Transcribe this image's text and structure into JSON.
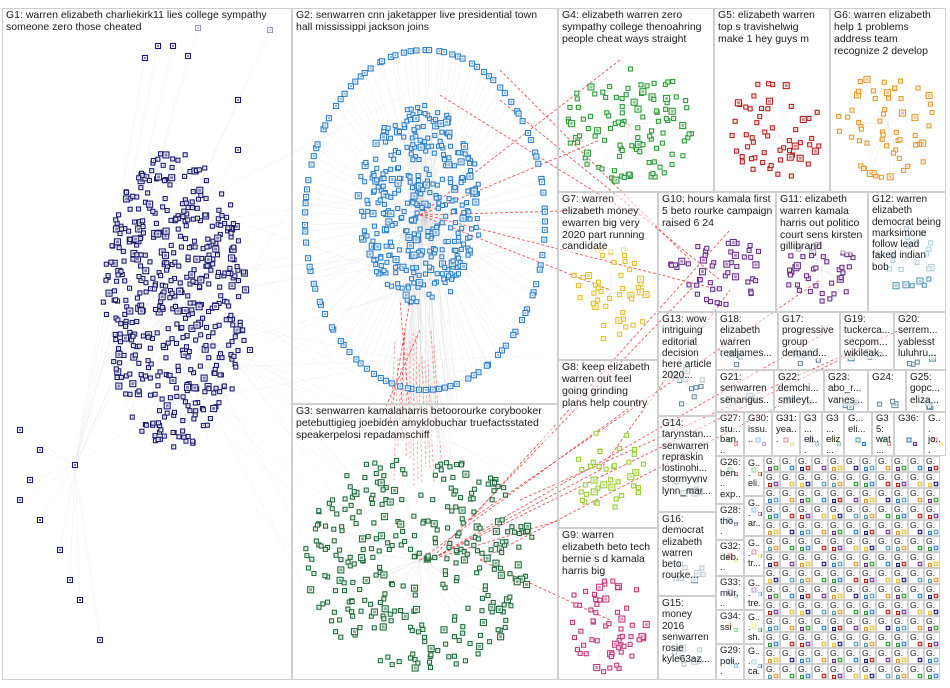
{
  "colors": {
    "background": "#ffffff",
    "border": "#cfcfcf",
    "edge": "#d2d2d2",
    "cross_edge": "#e03030"
  },
  "groups": [
    {
      "id": "G1",
      "label": "G1: warren elizabeth charliekirk11 lies college sympathy someone zero those cheated",
      "color": "#1a1a6e"
    },
    {
      "id": "G2",
      "label": "G2: senwarren cnn jaketapper live presidential town hall mississippi jackson joins",
      "color": "#2f7fc8"
    },
    {
      "id": "G3",
      "label": "G3: senwarren kamalaharris betoorourke corybooker petebuttigieg joebiden amyklobuchar truefactsstated speakerpelosi repadamschiff",
      "color": "#1f6b3a"
    },
    {
      "id": "G4",
      "label": "G4: elizabeth warren zero sympathy college thenoahring people cheat ways straight",
      "color": "#2e9a3a"
    },
    {
      "id": "G5",
      "label": "G5: elizabeth warren top s travishelwig make 1 hey guys m",
      "color": "#b02020"
    },
    {
      "id": "G6",
      "label": "G6: warren elizabeth help 1 problems address team recognize 2 develop",
      "color": "#e39a2c"
    },
    {
      "id": "G7",
      "label": "G7: warren elizabeth money ewarren big very 2020 part running candidate",
      "color": "#e3c12c"
    },
    {
      "id": "G8",
      "label": "G8: keep elizabeth warren out feel going grinding plans help country",
      "color": "#9acd32"
    },
    {
      "id": "G9",
      "label": "G9: warren elizabeth beto tech bernie s d kamala harris big",
      "color": "#c0387a"
    },
    {
      "id": "G10",
      "label": "G10: hours kamala first 5 beto rourke campaign raised 6 24",
      "color": "#6b2f8a"
    },
    {
      "id": "G11",
      "label": "G11: elizabeth warren kamala harris out politico court sens kirsten gillibrand",
      "color": "#6b2f8a"
    },
    {
      "id": "G12",
      "label": "G12: warren elizabeth democrat being marksimone follow lead faked indian bob",
      "color": "#5a9ab5"
    },
    {
      "id": "G13",
      "label": "G13: wow intriguing editorial decision here article 2020...",
      "color": "#6f8fa0"
    },
    {
      "id": "G14",
      "label": "G14: tarynstan... senwarren repraskin lostinohi... stormyvnv lynn_mar...",
      "color": "#6f8fa0"
    },
    {
      "id": "G15",
      "label": "G15: money 2016 senwarren rosie kyle63az...",
      "color": "#6f8fa0"
    },
    {
      "id": "G16",
      "label": "G16: democrat elizabeth warren beto rourke...",
      "color": "#6f8fa0"
    },
    {
      "id": "G17",
      "label": "G17: progressive group demand...",
      "color": "#6f8fa0"
    },
    {
      "id": "G18",
      "label": "G18: elizabeth warren realjames...",
      "color": "#6f8fa0"
    },
    {
      "id": "G19",
      "label": "G19: tuckerca... secpom... wikileak...",
      "color": "#6f8fa0"
    },
    {
      "id": "G20",
      "label": "G20: serrem... yablesst luluhru...",
      "color": "#6f8fa0"
    },
    {
      "id": "G21",
      "label": "G21: senwarren senangus...",
      "color": "#6f8fa0"
    },
    {
      "id": "G22",
      "label": "G22: demchi... smileyt...",
      "color": "#6f8fa0"
    },
    {
      "id": "G23",
      "label": "G23: abo_r... vanes...",
      "color": "#6f8fa0"
    },
    {
      "id": "G24",
      "label": "G24:",
      "color": "#6f8fa0"
    },
    {
      "id": "G25",
      "label": "G25: gopc... eliza...",
      "color": "#6f8fa0"
    },
    {
      "id": "G26",
      "label": "G26: ben... exp...",
      "color": "#6f8fa0"
    },
    {
      "id": "G27",
      "label": "G27: stu... ban...",
      "color": "#6f8fa0"
    },
    {
      "id": "G28",
      "label": "G28: tho...",
      "color": "#6f8fa0"
    },
    {
      "id": "G29",
      "label": "G29: poli...",
      "color": "#6f8fa0"
    },
    {
      "id": "G30",
      "label": "G30: issu...",
      "color": "#6f8fa0"
    },
    {
      "id": "G31",
      "label": "G31: yea...",
      "color": "#6f8fa0"
    },
    {
      "id": "G32",
      "label": "G32: deb...",
      "color": "#6f8fa0"
    },
    {
      "id": "G33",
      "label": "G33: mur...",
      "color": "#6f8fa0"
    },
    {
      "id": "G34",
      "label": "G34: ssi",
      "color": "#6f8fa0"
    },
    {
      "id": "G35",
      "label": "G35: wat...",
      "color": "#6f8fa0"
    },
    {
      "id": "G36",
      "label": "G36:",
      "color": "#6f8fa0"
    },
    {
      "id": "g_a",
      "label": "G3... eli...",
      "color": "#6f8fa0"
    },
    {
      "id": "g_b",
      "label": "G3... eliz...",
      "color": "#6f8fa0"
    },
    {
      "id": "g_c",
      "label": "G... eli...",
      "color": "#6f8fa0"
    },
    {
      "id": "g_d",
      "label": "G... jo...",
      "color": "#6f8fa0"
    },
    {
      "id": "g_e",
      "label": "G... eli...",
      "color": "#6f8fa0"
    },
    {
      "id": "g_f",
      "label": "G... ar...",
      "color": "#6f8fa0"
    },
    {
      "id": "g_g",
      "label": "G... tr...",
      "color": "#6f8fa0"
    },
    {
      "id": "g_h",
      "label": "G... tre...",
      "color": "#6f8fa0"
    },
    {
      "id": "g_i",
      "label": "G... sh...",
      "color": "#6f8fa0"
    },
    {
      "id": "g_j",
      "label": "G... ca...",
      "color": "#6f8fa0"
    },
    {
      "id": "g_k",
      "label": "G... co...",
      "color": "#6f8fa0"
    },
    {
      "id": "g_l",
      "label": "G... el...",
      "color": "#6f8fa0"
    },
    {
      "id": "g_m",
      "label": "G... an...",
      "color": "#6f8fa0"
    },
    {
      "id": "g_n",
      "label": "G... ch...",
      "color": "#6f8fa0"
    },
    {
      "id": "g_o",
      "label": "G... za...",
      "color": "#6f8fa0"
    },
    {
      "id": "g_p",
      "label": "G... el...",
      "color": "#6f8fa0"
    },
    {
      "id": "g_q",
      "label": "G... e...",
      "color": "#6f8fa0"
    },
    {
      "id": "g_r",
      "label": "G... th...",
      "color": "#6f8fa0"
    },
    {
      "id": "g_s",
      "label": "G... ka...",
      "color": "#6f8fa0"
    },
    {
      "id": "g_t",
      "label": "G... re...",
      "color": "#6f8fa0"
    },
    {
      "id": "g_u",
      "label": "G... de...",
      "color": "#6f8fa0"
    },
    {
      "id": "g_v",
      "label": "G... br...",
      "color": "#6f8fa0"
    },
    {
      "id": "g_w",
      "label": "G... fa...",
      "color": "#6f8fa0"
    },
    {
      "id": "g_x",
      "label": "G... a...",
      "color": "#6f8fa0"
    },
    {
      "id": "g_y",
      "label": "G... it...",
      "color": "#6f8fa0"
    },
    {
      "id": "g_z",
      "label": "G... b...",
      "color": "#6f8fa0"
    },
    {
      "id": "g_aa",
      "label": "G... t...",
      "color": "#6f8fa0"
    },
    {
      "id": "g_ab",
      "label": "G... c...",
      "color": "#6f8fa0"
    }
  ],
  "tiny_group_label": "G..."
}
